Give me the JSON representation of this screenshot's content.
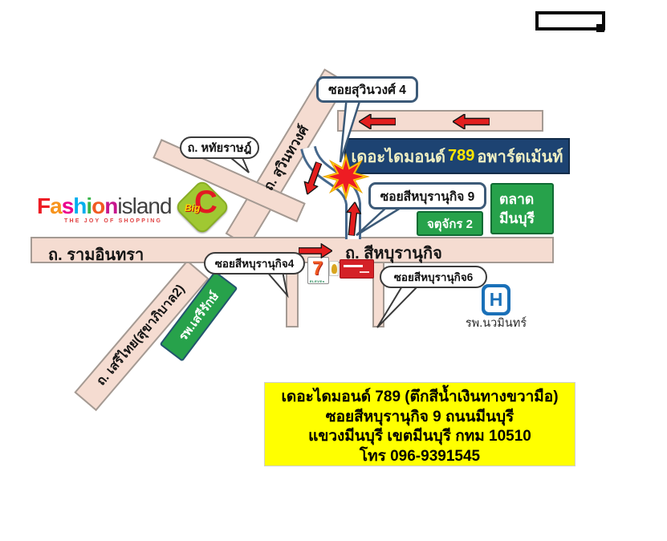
{
  "colors": {
    "road_fill": "#f5dcd1",
    "road_border": "#a49a93",
    "soi_outline": "#46688c",
    "banner_bg": "#1d4372",
    "banner_number": "#ffe600",
    "green_box": "#27a24b",
    "arrow_red": "#e31e1e",
    "star_red": "#ee1c23",
    "star_yellow": "#ffc70f",
    "info_bg": "#ffff00",
    "hospital_blue": "#1a70b8"
  },
  "roads": {
    "suwinthawong": "ถ. สุวินทวงศ์",
    "ramindra": "ถ. รามอินทรา",
    "sihaburanukit": "ถ. สีหบุรานุกิจ",
    "serithai": "ถ. เสรีไทย(สุขาภิบาล2)"
  },
  "bubbles": {
    "soi_suwinwong_4": "ซอยสุวินวงศ์ 4",
    "hathairat": "ถ. หทัยราษฎ์",
    "soi_sihaburanukit_9": "ซอยสีหบุรานุกิจ 9",
    "soi_sihaburanukit_4": "ซอยสีหบุรานุกิจ4",
    "soi_sihaburanukit_6": "ซอยสีหบุรานุกิจ6"
  },
  "banner": {
    "part1": "เดอะไดมอนด์",
    "number": "789",
    "part2": "อพาร์ตเม้นท์"
  },
  "places": {
    "fashion_island": {
      "letters": [
        "F",
        "a",
        "s",
        "h",
        "i",
        "o",
        "n"
      ],
      "word2": "island",
      "tagline": "THE JOY OF SHOPPING"
    },
    "big_c": {
      "big": "Big",
      "c": "C"
    },
    "seven_eleven": {
      "digit": "7",
      "word": "ELEVEn"
    },
    "talat_minburi": {
      "line1": "ตลาด",
      "line2": "มีนบุรี"
    },
    "chatuchak_2": "จตุจักร 2",
    "serirak_hospital": "รพ.เสรีรักษ์",
    "nawamin_hospital": {
      "icon_letter": "H",
      "label": "รพ.นวมินทร์"
    }
  },
  "info_box": {
    "line1": "เดอะไดมอนด์ 789 (ตึกสีน้ำเงินทางขวามือ)",
    "line2": "ซอยสีหบุรานุกิจ 9 ถนนมีนบุรี",
    "line3": "แขวงมีนบุรี เขตมีนบุรี กทม 10510",
    "line4": "โทร 096-9391545"
  }
}
